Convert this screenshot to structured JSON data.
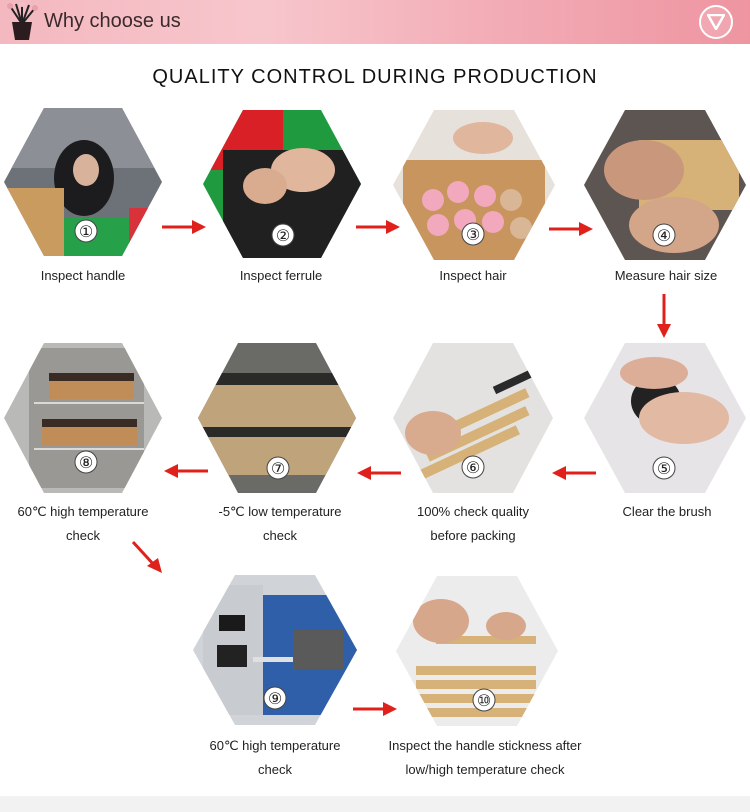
{
  "header": {
    "title": "Why choose us",
    "button_icon": "chevron-down-circle-icon"
  },
  "heading": "QUALITY CONTROL DURING PRODUCTION",
  "colors": {
    "header": "#f4b8c0",
    "arrow": "#e0201b"
  },
  "steps": [
    {
      "badge": "①",
      "label": "Inspect handle"
    },
    {
      "badge": "②",
      "label": "Inspect ferrule"
    },
    {
      "badge": "③",
      "label": "Inspect hair"
    },
    {
      "badge": "④",
      "label": "Measure hair size"
    },
    {
      "badge": "⑤",
      "label": "Clear the brush"
    },
    {
      "badge": "⑥",
      "label_line1": "100% check quality",
      "label_line2": "before packing"
    },
    {
      "badge": "⑦",
      "label_line1": "-5℃  low temperature",
      "label_line2": "check"
    },
    {
      "badge": "⑧",
      "label_line1": "60℃ high temperature",
      "label_line2": "check"
    },
    {
      "badge": "⑨",
      "label_line1": "60℃ high temperature",
      "label_line2": "check"
    },
    {
      "badge": "⑩",
      "label_line1": "Inspect the handle stickness after",
      "label_line2": "low/high temperature check"
    }
  ]
}
